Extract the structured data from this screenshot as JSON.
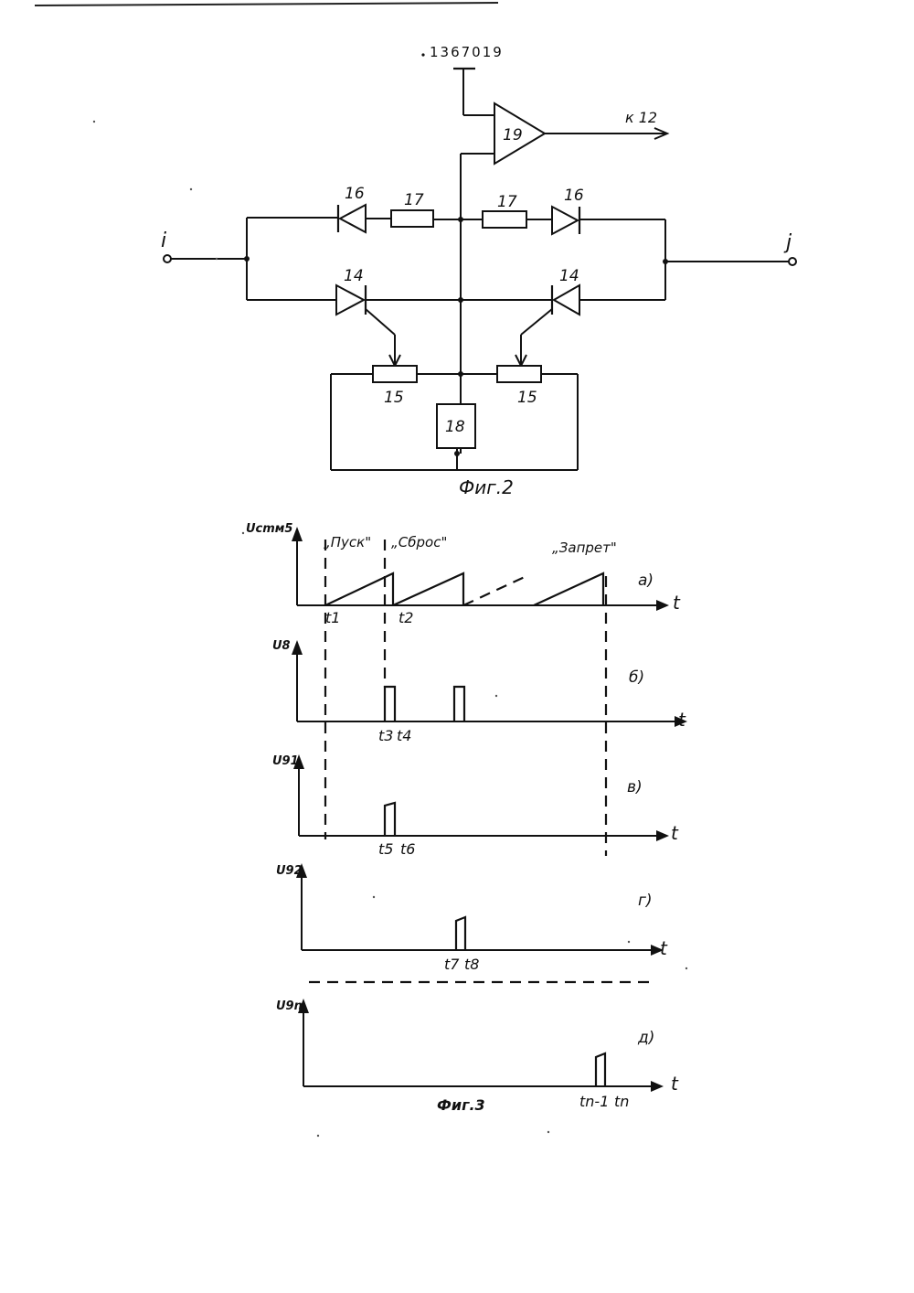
{
  "patent_number": "1367019",
  "fig2": {
    "caption": "Фиг.2",
    "output_label": "к 12",
    "terminal_left": "i",
    "terminal_right": "j",
    "amp": "19",
    "diode_top": "16",
    "resistor_top": "17",
    "thyristor": "14",
    "potentiometer": "15",
    "source_block": "18"
  },
  "fig3": {
    "caption": "Фиг.3",
    "time_axis": "t",
    "annotations": {
      "start": "„Пуск\"",
      "reset": "„Сброс\"",
      "inhibit": "„Запрет\""
    },
    "traces": [
      {
        "ylabel": "Uсmм5",
        "panel": "а)",
        "tick_labels": [
          "t1",
          "t2"
        ]
      },
      {
        "ylabel": "U8",
        "panel": "б)",
        "tick_labels": [
          "t3",
          "t4"
        ]
      },
      {
        "ylabel": "U91",
        "panel": "в)",
        "tick_labels": [
          "t5",
          "t6"
        ]
      },
      {
        "ylabel": "U92",
        "panel": "г)",
        "tick_labels": [
          "t7",
          "t8"
        ]
      },
      {
        "ylabel": "U9n",
        "panel": "д)",
        "tick_labels": [
          "tn-1",
          "tn"
        ]
      }
    ]
  }
}
